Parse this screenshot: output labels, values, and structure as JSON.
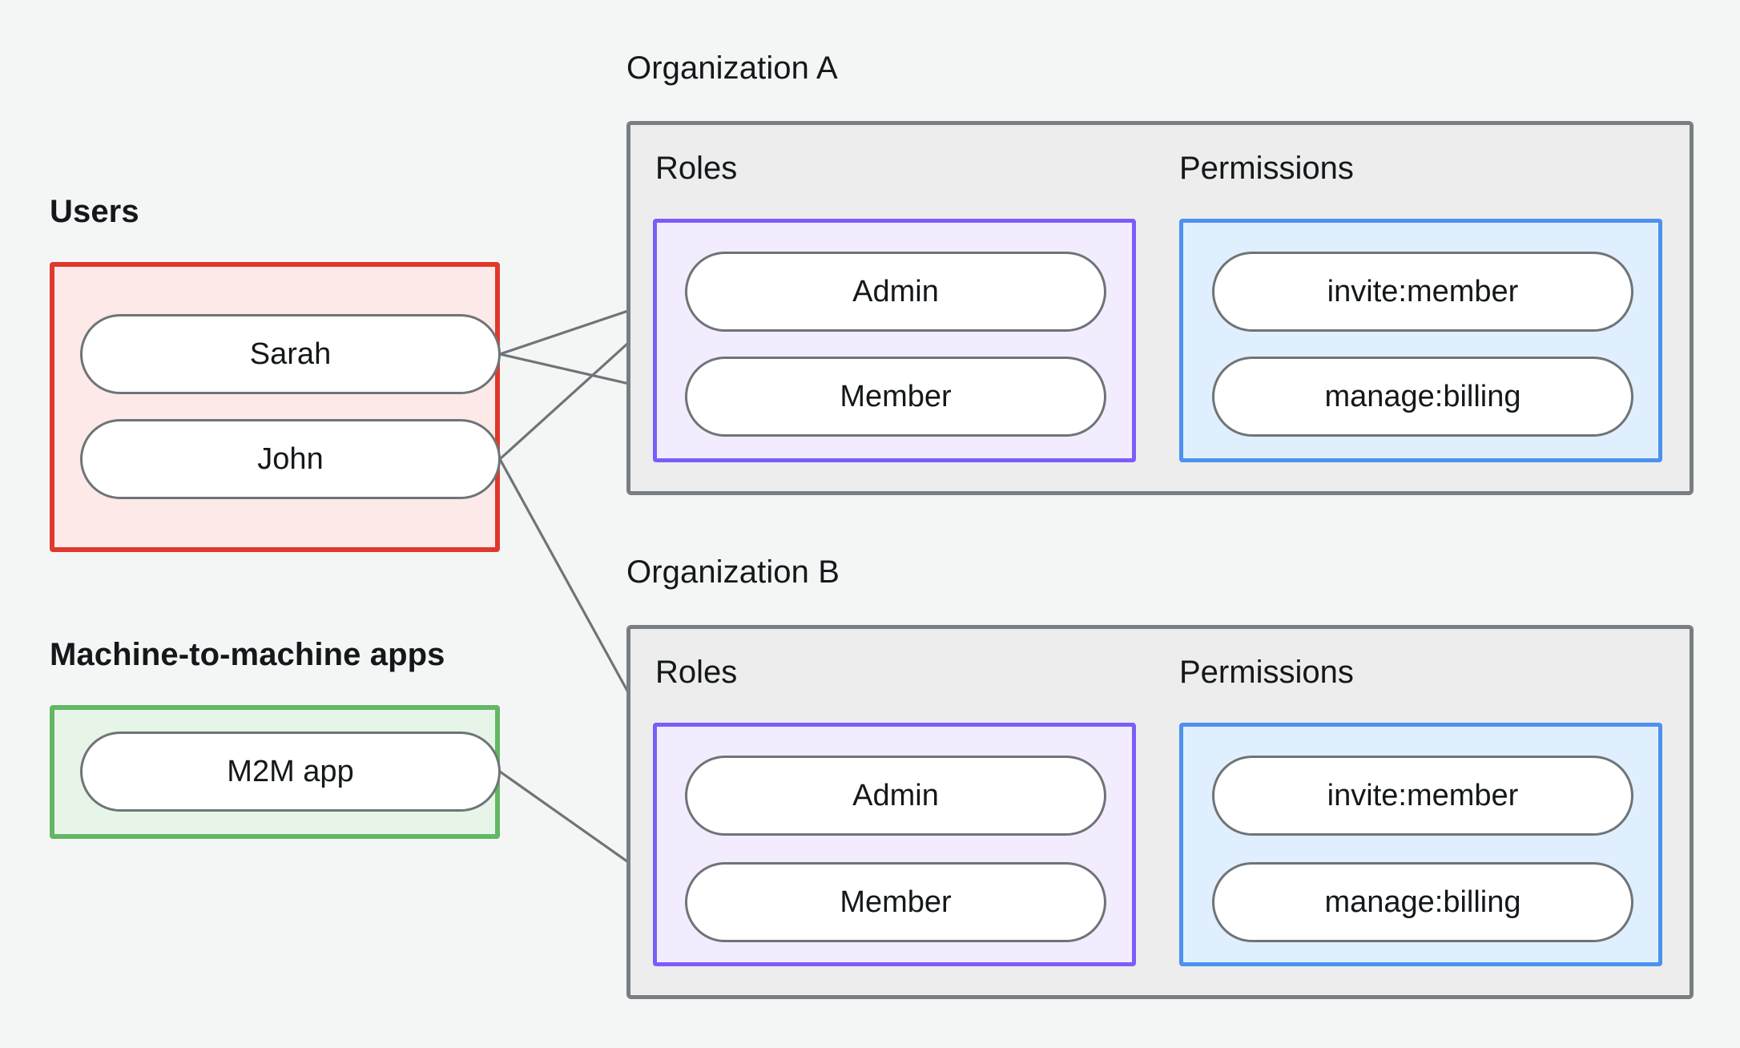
{
  "diagram": {
    "title_users": "Users",
    "title_m2m": "Machine-to-machine apps",
    "title_org_a": "Organization A",
    "title_org_b": "Organization B",
    "label_roles": "Roles",
    "label_permissions": "Permissions"
  },
  "colors": {
    "background": "#f4f6f6",
    "users_border": "#e0382c",
    "users_fill": "#fdeae8",
    "m2m_border": "#63b764",
    "m2m_fill": "#e7f5e8",
    "org_border": "#787e81",
    "org_fill": "#ecedec",
    "roles_border": "#7c5cfa",
    "roles_fill": "#f3ecfe",
    "perms_border": "#4d90f0",
    "perms_fill": "#e0effd",
    "node_border": "#6e7477",
    "node_fill": "#ffffff",
    "edge": "#6e7477",
    "text": "#14181a"
  },
  "users": {
    "label": "Users",
    "items": [
      {
        "id": "sarah",
        "label": "Sarah"
      },
      {
        "id": "john",
        "label": "John"
      }
    ]
  },
  "m2m": {
    "label": "Machine-to-machine apps",
    "items": [
      {
        "id": "m2m-app",
        "label": "M2M app"
      }
    ]
  },
  "organizations": [
    {
      "id": "org-a",
      "title": "Organization A",
      "roles_label": "Roles",
      "permissions_label": "Permissions",
      "roles": [
        {
          "id": "org-a-admin",
          "label": "Admin"
        },
        {
          "id": "org-a-member",
          "label": "Member"
        }
      ],
      "permissions": [
        {
          "id": "org-a-invite-member",
          "label": "invite:member"
        },
        {
          "id": "org-a-manage-billing",
          "label": "manage:billing"
        }
      ]
    },
    {
      "id": "org-b",
      "title": "Organization B",
      "roles_label": "Roles",
      "permissions_label": "Permissions",
      "roles": [
        {
          "id": "org-b-admin",
          "label": "Admin"
        },
        {
          "id": "org-b-member",
          "label": "Member"
        }
      ],
      "permissions": [
        {
          "id": "org-b-invite-member",
          "label": "invite:member"
        },
        {
          "id": "org-b-manage-billing",
          "label": "manage:billing"
        }
      ]
    }
  ],
  "connections": [
    {
      "from": "sarah",
      "to": "org-a-admin"
    },
    {
      "from": "sarah",
      "to": "org-a-member"
    },
    {
      "from": "john",
      "to": "org-a-admin"
    },
    {
      "from": "john",
      "to": "org-b-admin"
    },
    {
      "from": "m2m-app",
      "to": "org-b-member"
    },
    {
      "from": "org-a-admin",
      "to": "org-a-invite-member"
    },
    {
      "from": "org-a-admin",
      "to": "org-a-manage-billing"
    },
    {
      "from": "org-a-member",
      "to": "org-a-manage-billing"
    },
    {
      "from": "org-b-admin",
      "to": "org-b-invite-member"
    },
    {
      "from": "org-b-admin",
      "to": "org-b-manage-billing"
    },
    {
      "from": "org-b-member",
      "to": "org-b-manage-billing"
    }
  ]
}
